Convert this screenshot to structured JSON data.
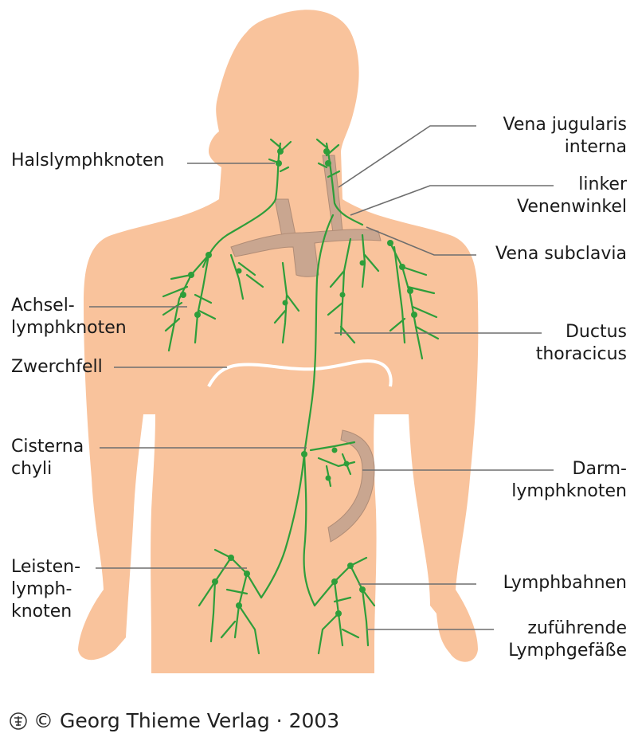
{
  "labels": {
    "halslymphknoten": [
      "Halslymphknoten"
    ],
    "achsel": [
      "Achsel-",
      "lymphknoten"
    ],
    "zwerchfell": [
      "Zwerchfell"
    ],
    "cisterna": [
      "Cisterna",
      "chyli"
    ],
    "leisten": [
      "Leisten-",
      "lymph-",
      "knoten"
    ],
    "vena_jugularis": [
      "Vena jugularis",
      "interna"
    ],
    "venenwinkel": [
      "linker",
      "Venenwinkel"
    ],
    "vena_subclavia": [
      "Vena subclavia"
    ],
    "ductus": [
      "Ductus",
      "thoracicus"
    ],
    "darm": [
      "Darm-",
      "lymphknoten"
    ],
    "lymphbahnen": [
      "Lymphbahnen"
    ],
    "zufuehrende": [
      "zuführende",
      "Lymphgefäße"
    ]
  },
  "footer": {
    "copyright": "© Georg Thieme Verlag · 2003"
  },
  "colors": {
    "body": "#f9c39c",
    "lymph": "#2e9e3a",
    "vein": "#c9a690",
    "diaphragm": "#ffffff",
    "leader": "#6e6e6e"
  },
  "icons": {
    "publisher_logo": "thieme-logo-icon"
  }
}
